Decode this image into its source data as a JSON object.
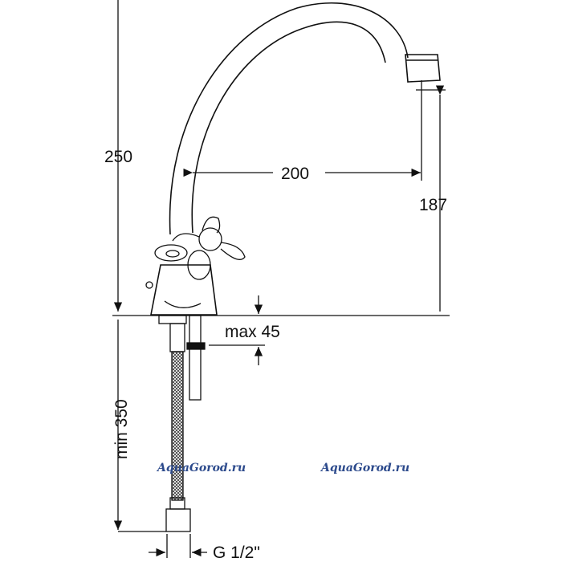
{
  "dimensions": {
    "height_total": "250",
    "reach": "200",
    "spout_height": "187",
    "counter_thickness": "max 45",
    "hose_length": "min 350",
    "thread": "G 1/2\""
  },
  "watermarks": [
    "AquaGorod.ru",
    "AquaGorod.ru"
  ],
  "colors": {
    "line": "#111111",
    "watermark": "#2c4a8c"
  }
}
